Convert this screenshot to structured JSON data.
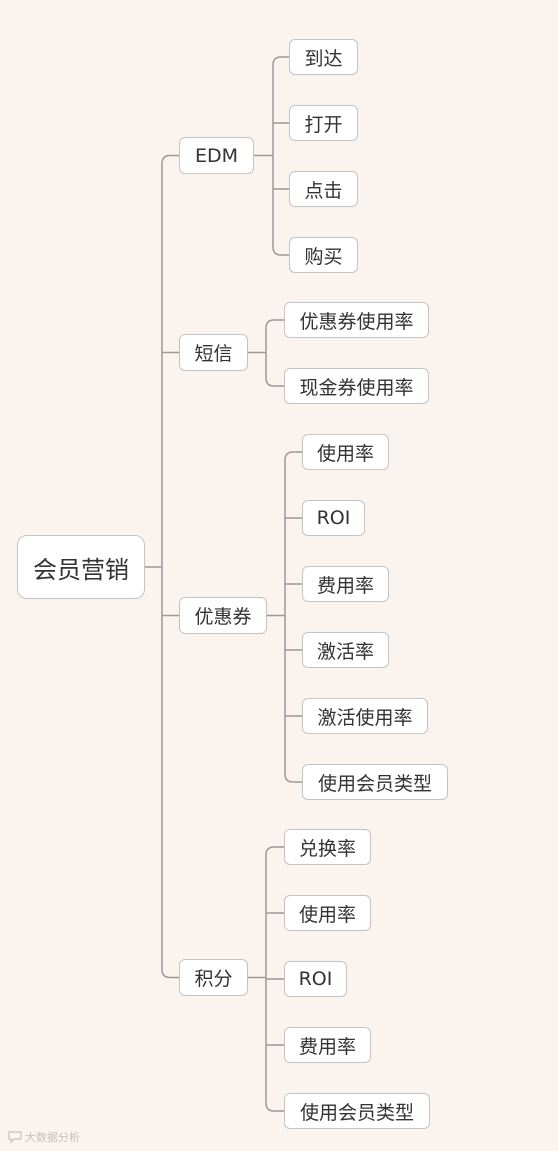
{
  "colors": {
    "background": "#fbf3ee",
    "node_fill": "#ffffff",
    "node_border": "#c4c4c4",
    "connector": "#9a9a9a",
    "text": "#333333"
  },
  "mindmap": {
    "root": "会员营销",
    "branches": [
      {
        "label": "EDM",
        "children": [
          "到达",
          "打开",
          "点击",
          "购买"
        ]
      },
      {
        "label": "短信",
        "children": [
          "优惠券使用率",
          "现金券使用率"
        ]
      },
      {
        "label": "优惠券",
        "children": [
          "使用率",
          "ROI",
          "费用率",
          "激活率",
          "激活使用率",
          "使用会员类型"
        ]
      },
      {
        "label": "积分",
        "children": [
          "兑换率",
          "使用率",
          "ROI",
          "费用率",
          "使用会员类型"
        ]
      }
    ]
  },
  "watermark": {
    "text": "大数据分析",
    "icon": "chat-bubble-icon"
  }
}
